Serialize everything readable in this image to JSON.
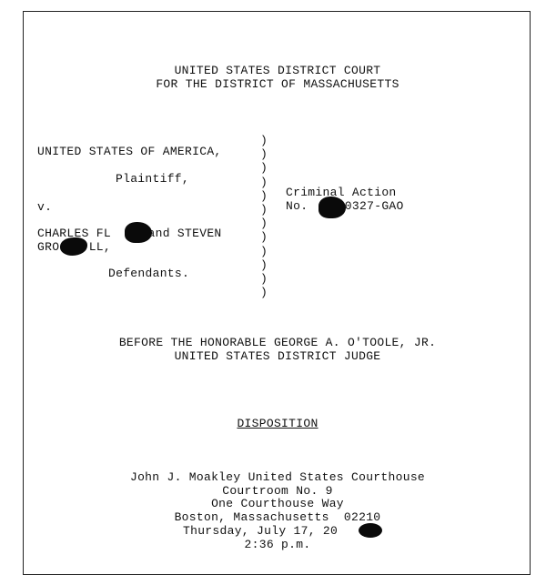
{
  "court": {
    "line1": "UNITED STATES DISTRICT COURT",
    "line2": "FOR THE DISTRICT OF MASSACHUSETTS"
  },
  "caption": {
    "plaintiff_party": "UNITED STATES OF AMERICA,",
    "plaintiff_role": "Plaintiff,",
    "versus": "v.",
    "defendants_line1": "CHARLES FL     and STEVEN",
    "defendants_line2": "GRO    LL,",
    "defendants_role": "Defendants.",
    "paren": ")",
    "action_label": "Criminal Action",
    "action_number": "No.    10327-GAO"
  },
  "judge": {
    "line1": "BEFORE THE HONORABLE GEORGE A. O'TOOLE, JR.",
    "line2": "UNITED STATES DISTRICT JUDGE"
  },
  "proceeding_title": "DISPOSITION",
  "location": {
    "line1": "John J. Moakley United States Courthouse",
    "line2": "Courtroom No. 9",
    "line3": "One Courthouse Way",
    "line4": "Boston, Massachusetts  02210",
    "line5": "Thursday, July 17, 20",
    "line6": "2:36 p.m."
  },
  "colors": {
    "ink": "#111111",
    "redaction": "#0a0a0a",
    "paper": "#ffffff"
  }
}
